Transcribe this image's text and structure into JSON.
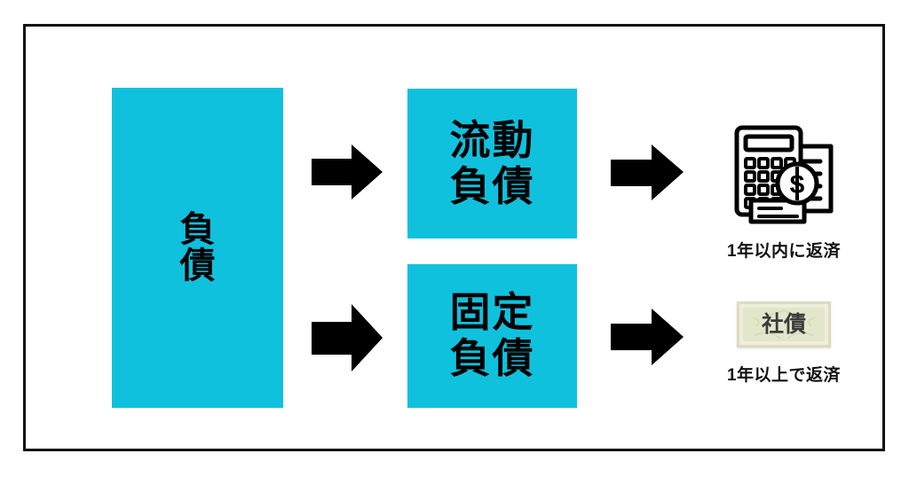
{
  "diagram": {
    "title_box": {
      "label_lines": [
        "負",
        "債"
      ],
      "full_label": "負債",
      "color": "#10c1de"
    },
    "categories": [
      {
        "id": "current-liabilities",
        "label_lines": [
          "流動",
          "負債"
        ],
        "full_label": "流動負債",
        "color": "#10c1de",
        "outcome": {
          "icon": "calculator-document-coin-icon",
          "caption": "1年以内に返済"
        }
      },
      {
        "id": "fixed-liabilities",
        "label_lines": [
          "固定",
          "負債"
        ],
        "full_label": "固定負債",
        "color": "#10c1de",
        "outcome": {
          "icon": "corporate-bond-note-icon",
          "note_text": "社債",
          "caption": "1年以上で返済"
        }
      }
    ],
    "arrows": [
      {
        "id": "arrow-liabilities-to-current",
        "direction": "right"
      },
      {
        "id": "arrow-current-to-outcome",
        "direction": "right"
      },
      {
        "id": "arrow-liabilities-to-fixed",
        "direction": "right"
      },
      {
        "id": "arrow-fixed-to-outcome",
        "direction": "right"
      }
    ],
    "colors": {
      "accent": "#10c1de",
      "frame": "#111111",
      "note_border": "#dedbc0",
      "note_fill": "#e2e7cb",
      "note_text": "#3b3b3b",
      "background": "#ffffff"
    }
  }
}
